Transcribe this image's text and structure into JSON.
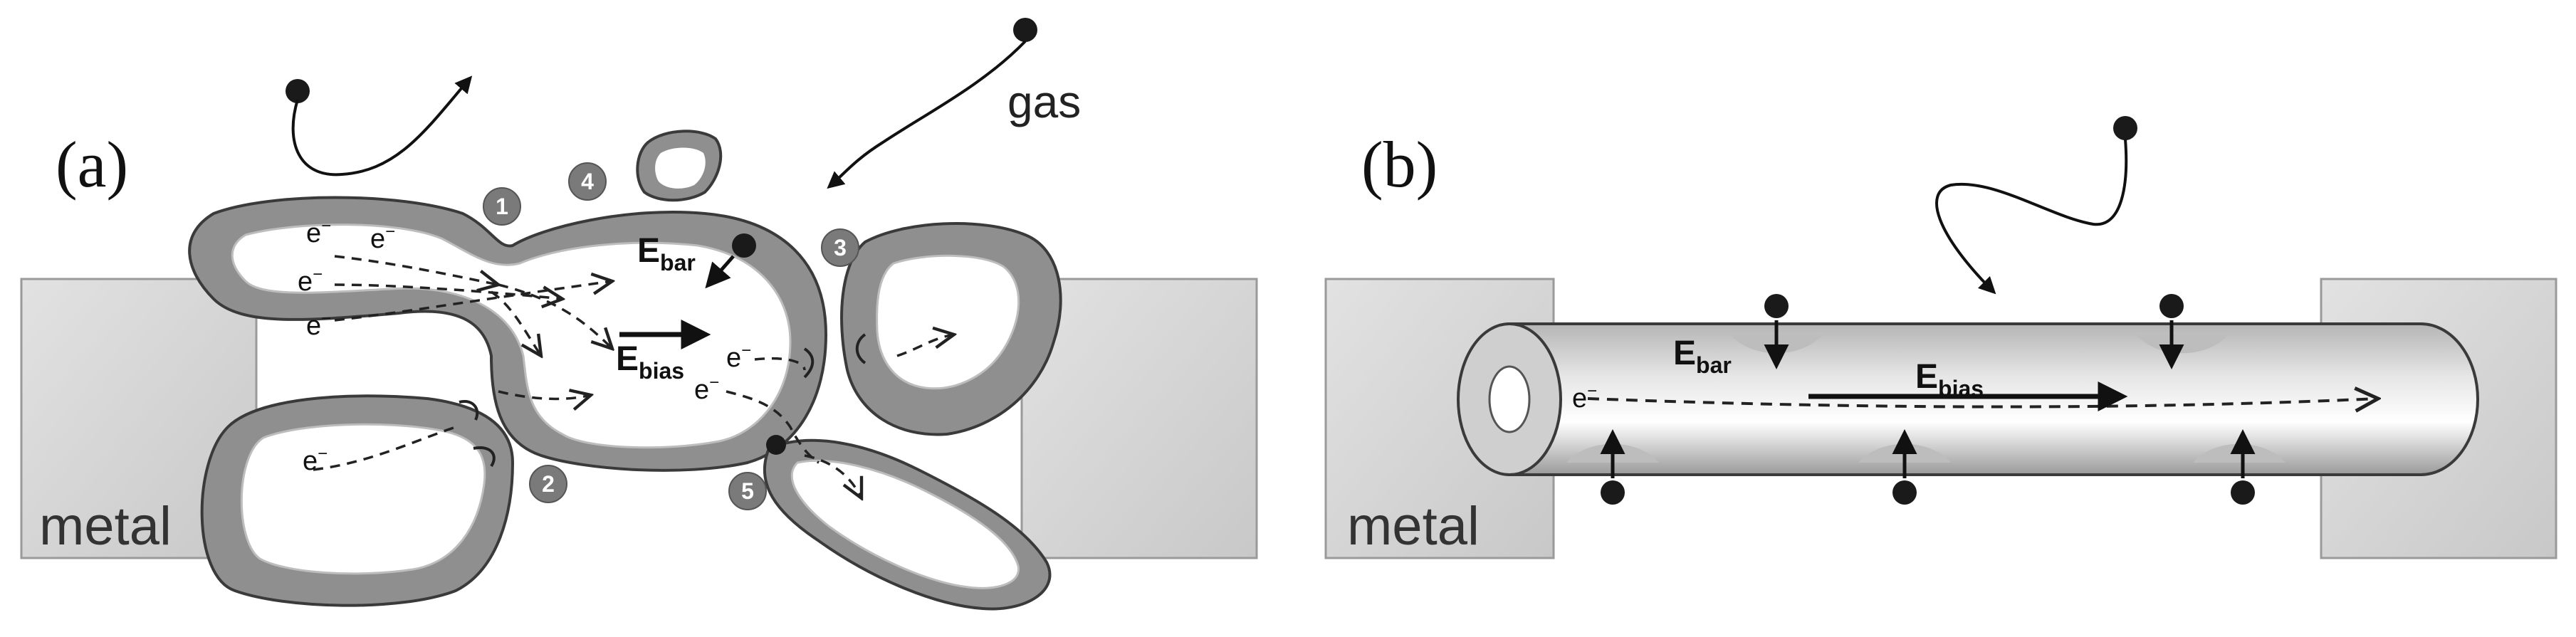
{
  "panel_a": {
    "label": "(a)",
    "metal_label": "metal",
    "gas_label": "gas",
    "site_numbers": [
      "1",
      "2",
      "3",
      "4",
      "5"
    ],
    "e_bar_main": "E",
    "e_bar_sub": "bar",
    "e_bias_main": "E",
    "e_bias_sub": "bias",
    "electron_label": "e",
    "electron_sup": "−"
  },
  "panel_b": {
    "label": "(b)",
    "metal_label": "metal",
    "e_bar_main": "E",
    "e_bar_sub": "bar",
    "e_bias_main": "E",
    "e_bias_sub": "bias",
    "electron_label": "e",
    "electron_sup": "−"
  },
  "colors": {
    "metal_fill": "#d8d8d8",
    "grain_fill": "#8f8f8f",
    "grain_inner": "#ffffff",
    "stroke": "#3a3a3a",
    "molecule": "#1a1a1a",
    "badge": "#7a7a7a"
  }
}
